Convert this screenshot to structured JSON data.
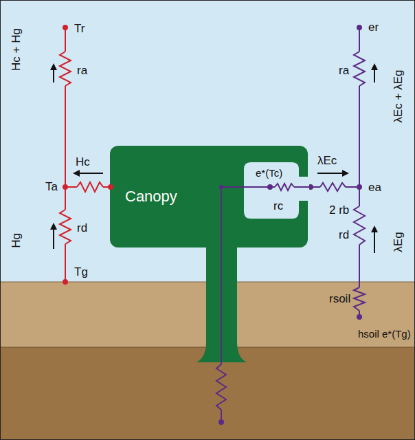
{
  "diagram": {
    "nodes": [
      {
        "text": [
          "Canopy"
        ]
      }
    ],
    "labels": [
      "Tr",
      "Hc + Hg",
      "ra",
      "Hc",
      "Ta",
      "rd",
      "Hg",
      "Tg",
      "er",
      "λEc + λEg",
      "ra",
      "e*(Tc)",
      "λEc",
      "rc",
      "ea",
      "2 rb",
      "rd",
      "λEg",
      "rsoil",
      "hsoil e*(Tg)"
    ]
  }
}
